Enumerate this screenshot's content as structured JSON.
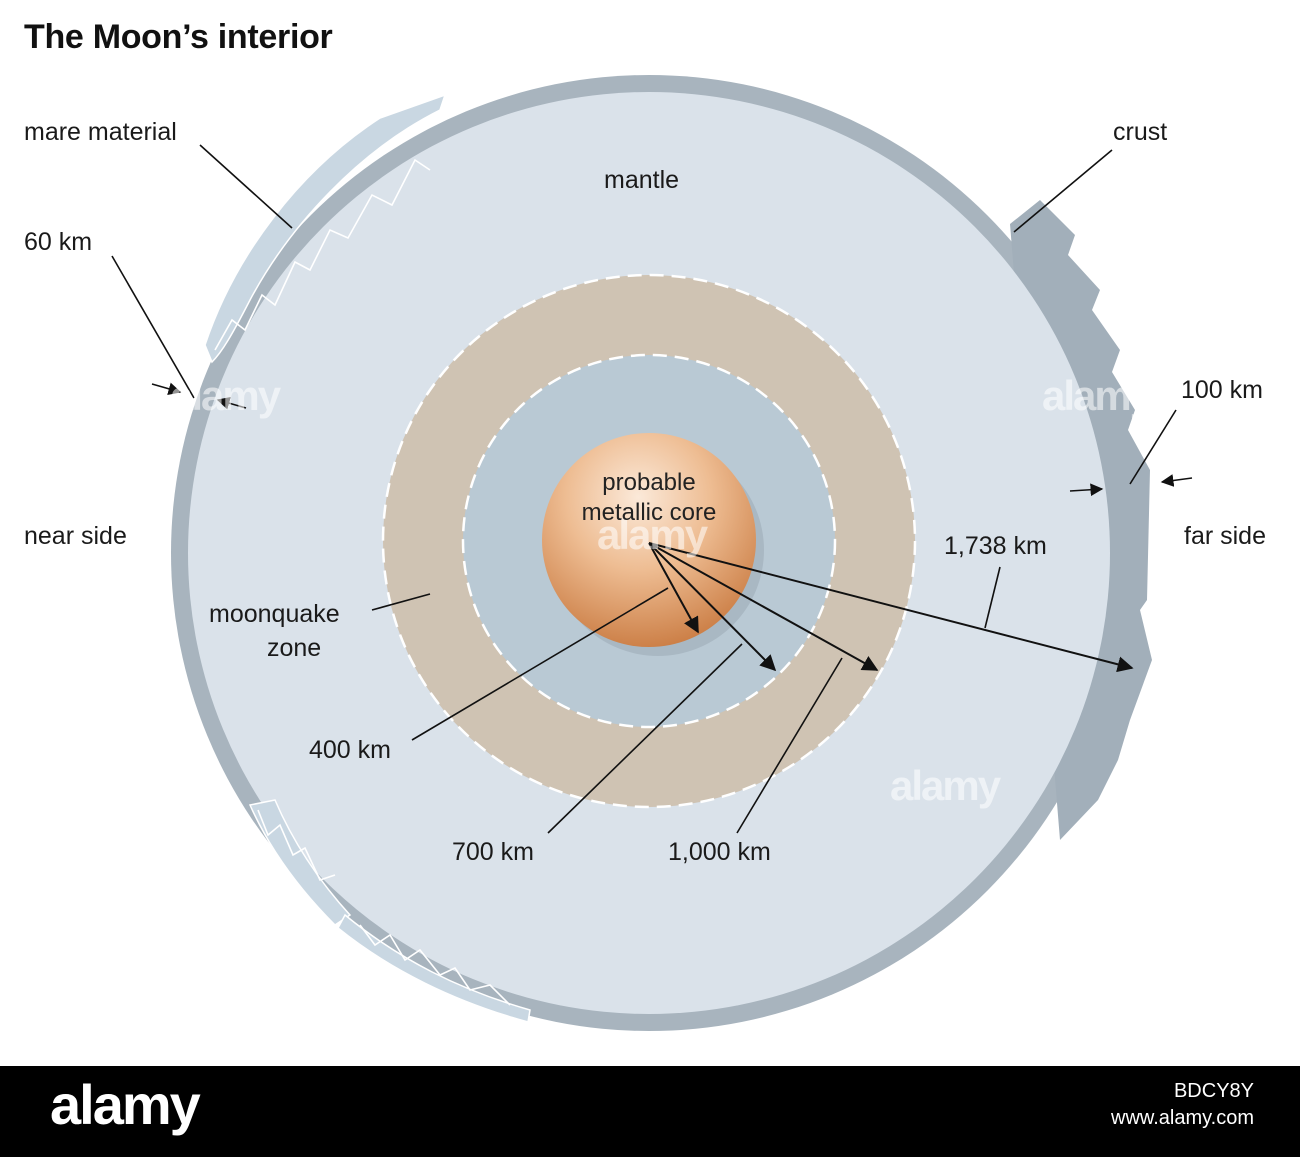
{
  "title": "The Moon’s interior",
  "labels": {
    "mare_material": "mare material",
    "crust": "crust",
    "mantle": "mantle",
    "thickness_60": "60 km",
    "thickness_100": "100 km",
    "near_side": "near side",
    "far_side": "far side",
    "radius_1738": "1,738 km",
    "moonquake_zone_line1": "moonquake",
    "moonquake_zone_line2": "zone",
    "core_line1": "probable",
    "core_line2": "metallic core",
    "radius_400": "400 km",
    "radius_700": "700 km",
    "radius_1000": "1,000 km"
  },
  "colors": {
    "crust": "#a8b4be",
    "mantle": "#dae2ea",
    "moonquake_zone": "#cfc3b3",
    "inner_mantle": "#b9c9d4",
    "core": "#e0a06c",
    "mare": "#c9d7e2",
    "line": "#111111"
  },
  "watermark": {
    "text": "alamy",
    "image_id": "BDCY8Y",
    "site": "www.alamy.com"
  }
}
